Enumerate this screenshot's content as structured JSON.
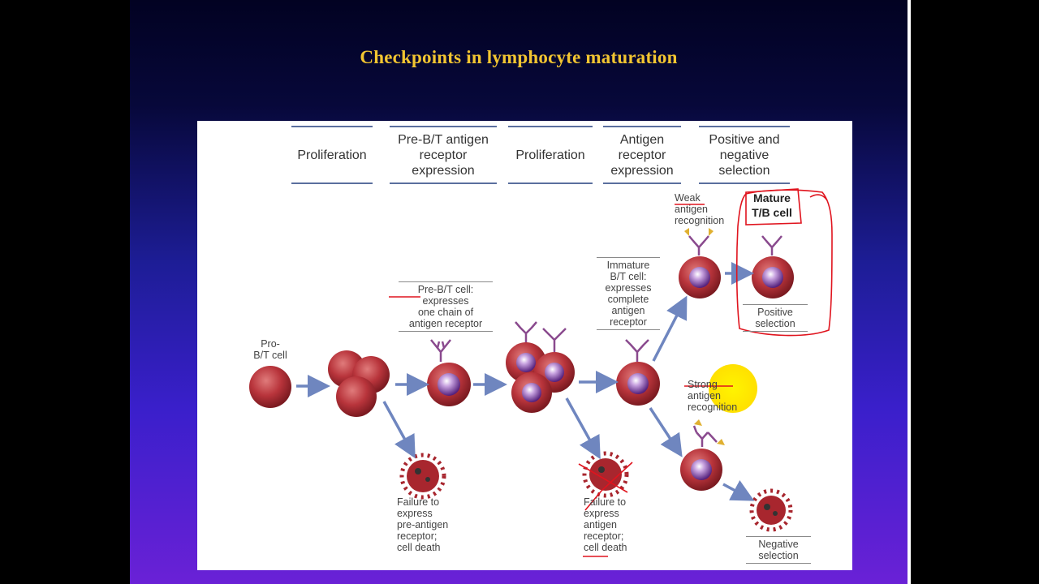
{
  "title": "Checkpoints in lymphocyte maturation",
  "stages": [
    "Proliferation",
    "Pre-B/T antigen\nreceptor\nexpression",
    "Proliferation",
    "Antigen\nreceptor\nexpression",
    "Positive and\nnegative\nselection"
  ],
  "labels": {
    "pro_cell": "Pro-\nB/T cell",
    "pre_cell": "Pre-B/T cell:\nexpresses\none chain of\nantigen receptor",
    "immature_cell": "Immature\nB/T cell:\nexpresses\ncomplete\nantigen\nreceptor",
    "weak": "Weak\nantigen\nrecognition",
    "mature": "Mature\nT/B cell",
    "positive": "Positive\nselection",
    "strong": "Strong\nantigen\nrecognition",
    "negative": "Negative\nselection",
    "death1": "Failure to\nexpress\npre-antigen\nreceptor;\ncell death",
    "death2": "Failure to\nexpress\nantigen\nreceptor;\ncell death"
  },
  "colors": {
    "title": "#f2c531",
    "annotation": "#e0141e",
    "highlight": "#ffee00",
    "arrow": "#6f86bf",
    "cell": "#a8262e",
    "nucleus": "#6a2a90"
  }
}
